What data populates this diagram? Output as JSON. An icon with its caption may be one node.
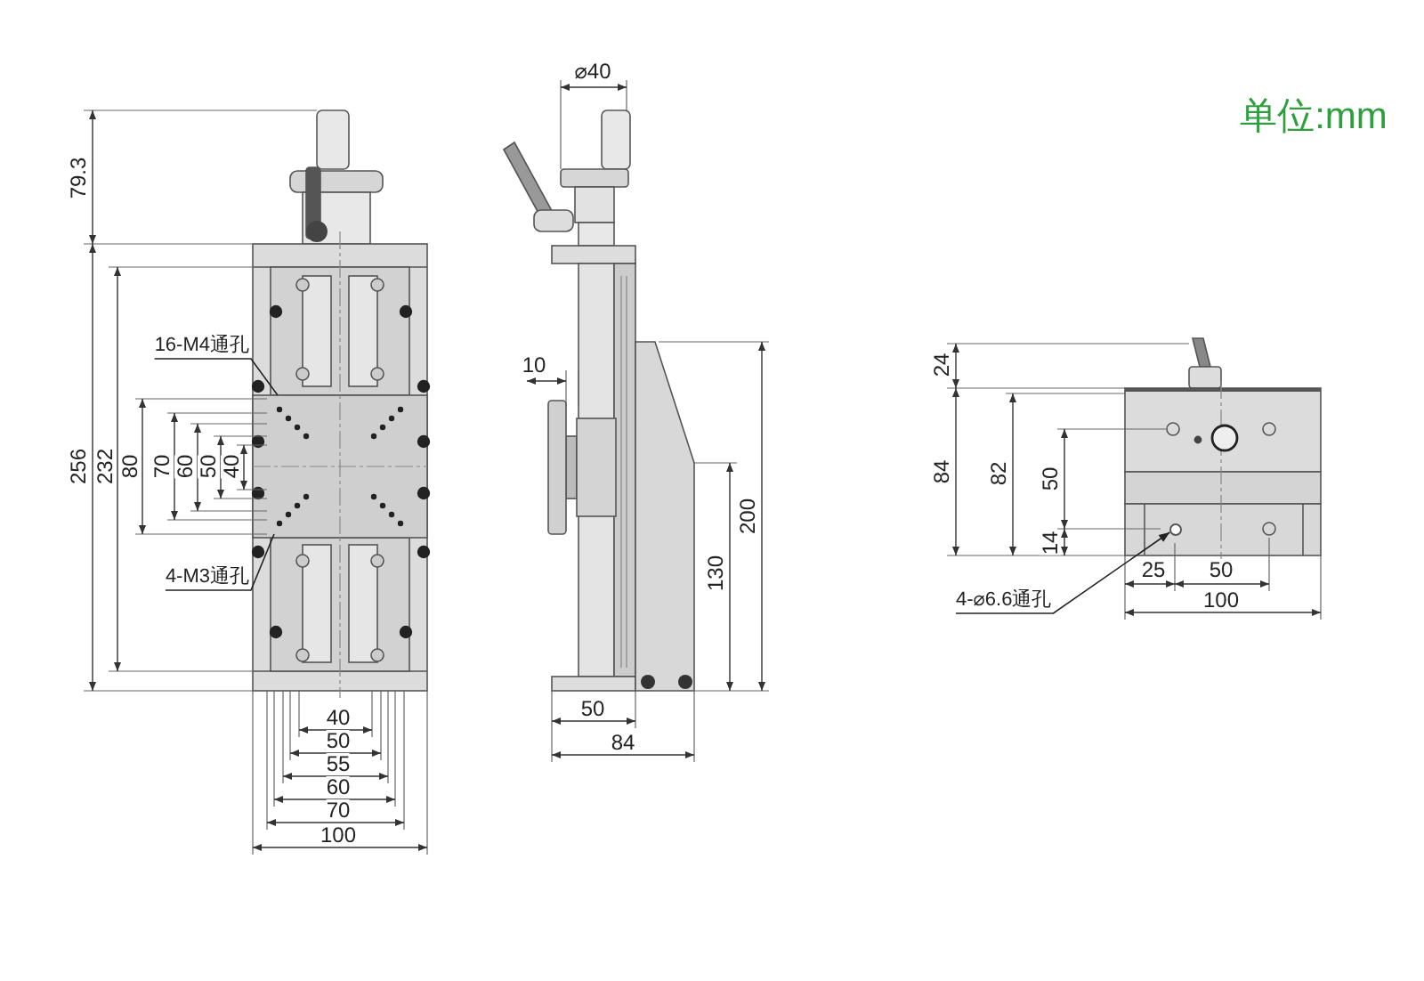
{
  "diagram": {
    "nodes": [
      {
        "text": [
          "16-M4通孔"
        ]
      },
      {
        "text": [
          "4-M3通孔"
        ]
      },
      {
        "text": [
          "4-⌀6.6通孔"
        ]
      },
      {
        "text": [],
        "shape": "circle"
      }
    ],
    "edges": [
      {
        "from": 0,
        "to": null,
        "arrow": "none"
      },
      {
        "from": 1,
        "to": null,
        "arrow": "none"
      },
      {
        "from": 2,
        "to": 3,
        "arrow": "to"
      }
    ],
    "labels": [
      "⌀40",
      "单位:mm",
      "79.3",
      "10",
      "256",
      "232",
      "80",
      "70",
      "60",
      "50",
      "40",
      "24",
      "84",
      "82",
      "50",
      "200",
      "14",
      "130",
      "25",
      "50",
      "100",
      "40",
      "50",
      "50",
      "84",
      "55",
      "60",
      "70",
      "100"
    ]
  }
}
